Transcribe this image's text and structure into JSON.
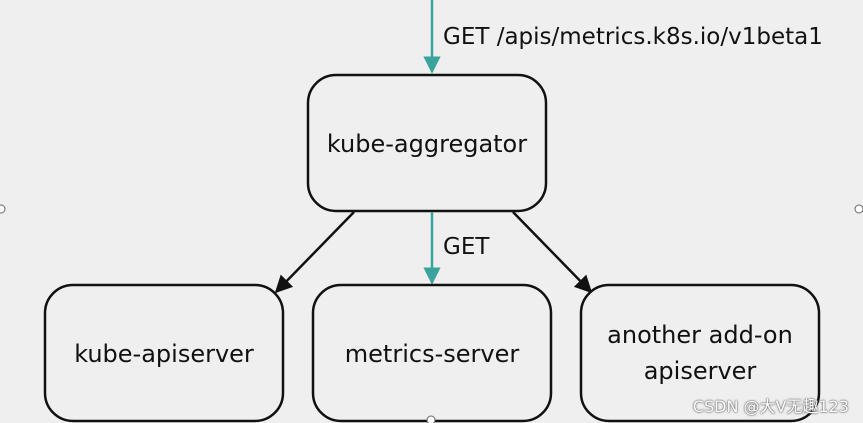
{
  "diagram": {
    "nodes": {
      "aggregator": "kube-aggregator",
      "apiserver": "kube-apiserver",
      "metrics_server": "metrics-server",
      "addon_line1": "another add-on",
      "addon_line2": "apiserver"
    },
    "edges": {
      "incoming_label": "GET /apis/metrics.k8s.io/v1beta1",
      "to_metrics_label": "GET"
    },
    "colors": {
      "teal_arrow": "#3aa39c",
      "black_arrow": "#111111",
      "background": "#efefef"
    }
  },
  "watermark": {
    "text": "CSDN @大V无趣123"
  }
}
